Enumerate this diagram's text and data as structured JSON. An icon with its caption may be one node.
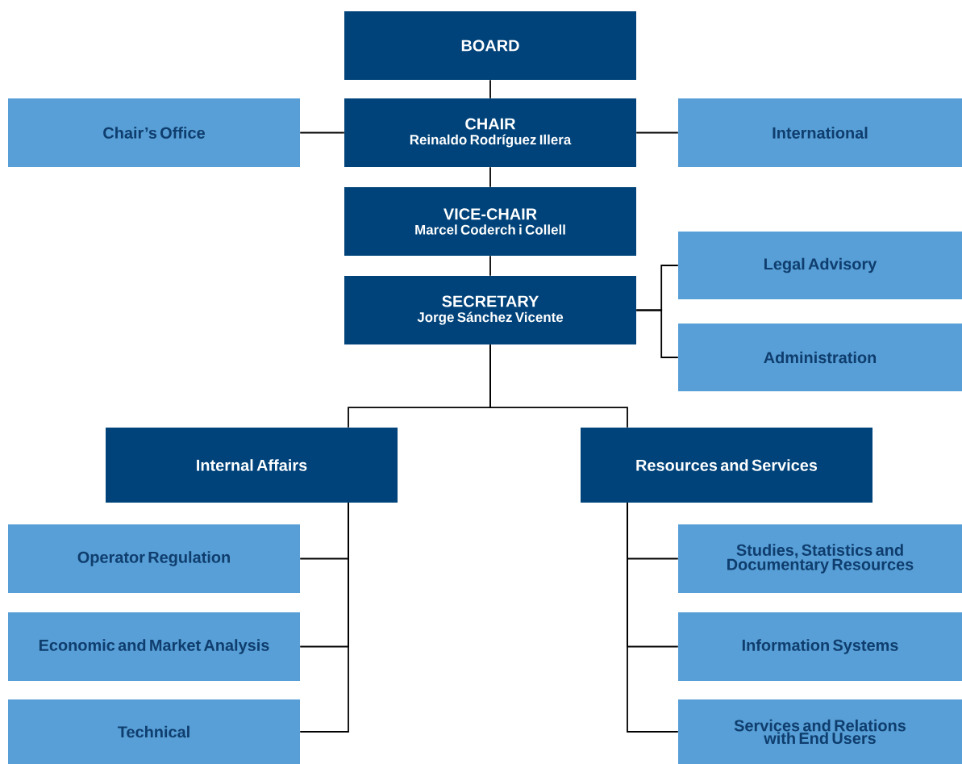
{
  "diagram": {
    "nodes": [
      {
        "text": [
          "BOARD"
        ]
      },
      {
        "text": [
          "CHAIR",
          "Reinaldo Rodríguez Illera"
        ]
      },
      {
        "text": [
          "Chair’s Office"
        ]
      },
      {
        "text": [
          "International"
        ]
      },
      {
        "text": [
          "VICE-CHAIR",
          "Marcel Coderch i Collell"
        ]
      },
      {
        "text": [
          "SECRETARY",
          "Jorge Sánchez Vicente"
        ]
      },
      {
        "text": [
          "Legal Advisory"
        ]
      },
      {
        "text": [
          "Administration"
        ]
      },
      {
        "text": [
          "Internal Affairs"
        ]
      },
      {
        "text": [
          "Resources and Services"
        ]
      },
      {
        "text": [
          "Operator Regulation"
        ]
      },
      {
        "text": [
          "Economic and Market Analysis"
        ]
      },
      {
        "text": [
          "Technical"
        ]
      },
      {
        "text": [
          "Studies, Statistics and Documentary Resources"
        ]
      },
      {
        "text": [
          "Information Systems"
        ]
      },
      {
        "text": [
          "Services and Relations with End Users"
        ]
      }
    ],
    "edges": [
      {
        "from": 0,
        "to": 1,
        "arrow": "none"
      },
      {
        "from": 1,
        "to": 2,
        "arrow": "none"
      },
      {
        "from": 1,
        "to": 3,
        "arrow": "none"
      },
      {
        "from": 1,
        "to": 4,
        "arrow": "none"
      },
      {
        "from": 4,
        "to": 5,
        "arrow": "none"
      },
      {
        "from": 5,
        "to": 6,
        "arrow": "none"
      },
      {
        "from": 5,
        "to": 7,
        "arrow": "none"
      },
      {
        "from": 5,
        "to": 8,
        "arrow": "none"
      },
      {
        "from": 5,
        "to": 9,
        "arrow": "none"
      },
      {
        "from": 8,
        "to": 10,
        "arrow": "none"
      },
      {
        "from": 8,
        "to": 11,
        "arrow": "none"
      },
      {
        "from": 8,
        "to": 12,
        "arrow": "none"
      },
      {
        "from": 9,
        "to": 13,
        "arrow": "none"
      },
      {
        "from": 9,
        "to": 14,
        "arrow": "none"
      },
      {
        "from": 9,
        "to": 15,
        "arrow": "none"
      }
    ]
  }
}
